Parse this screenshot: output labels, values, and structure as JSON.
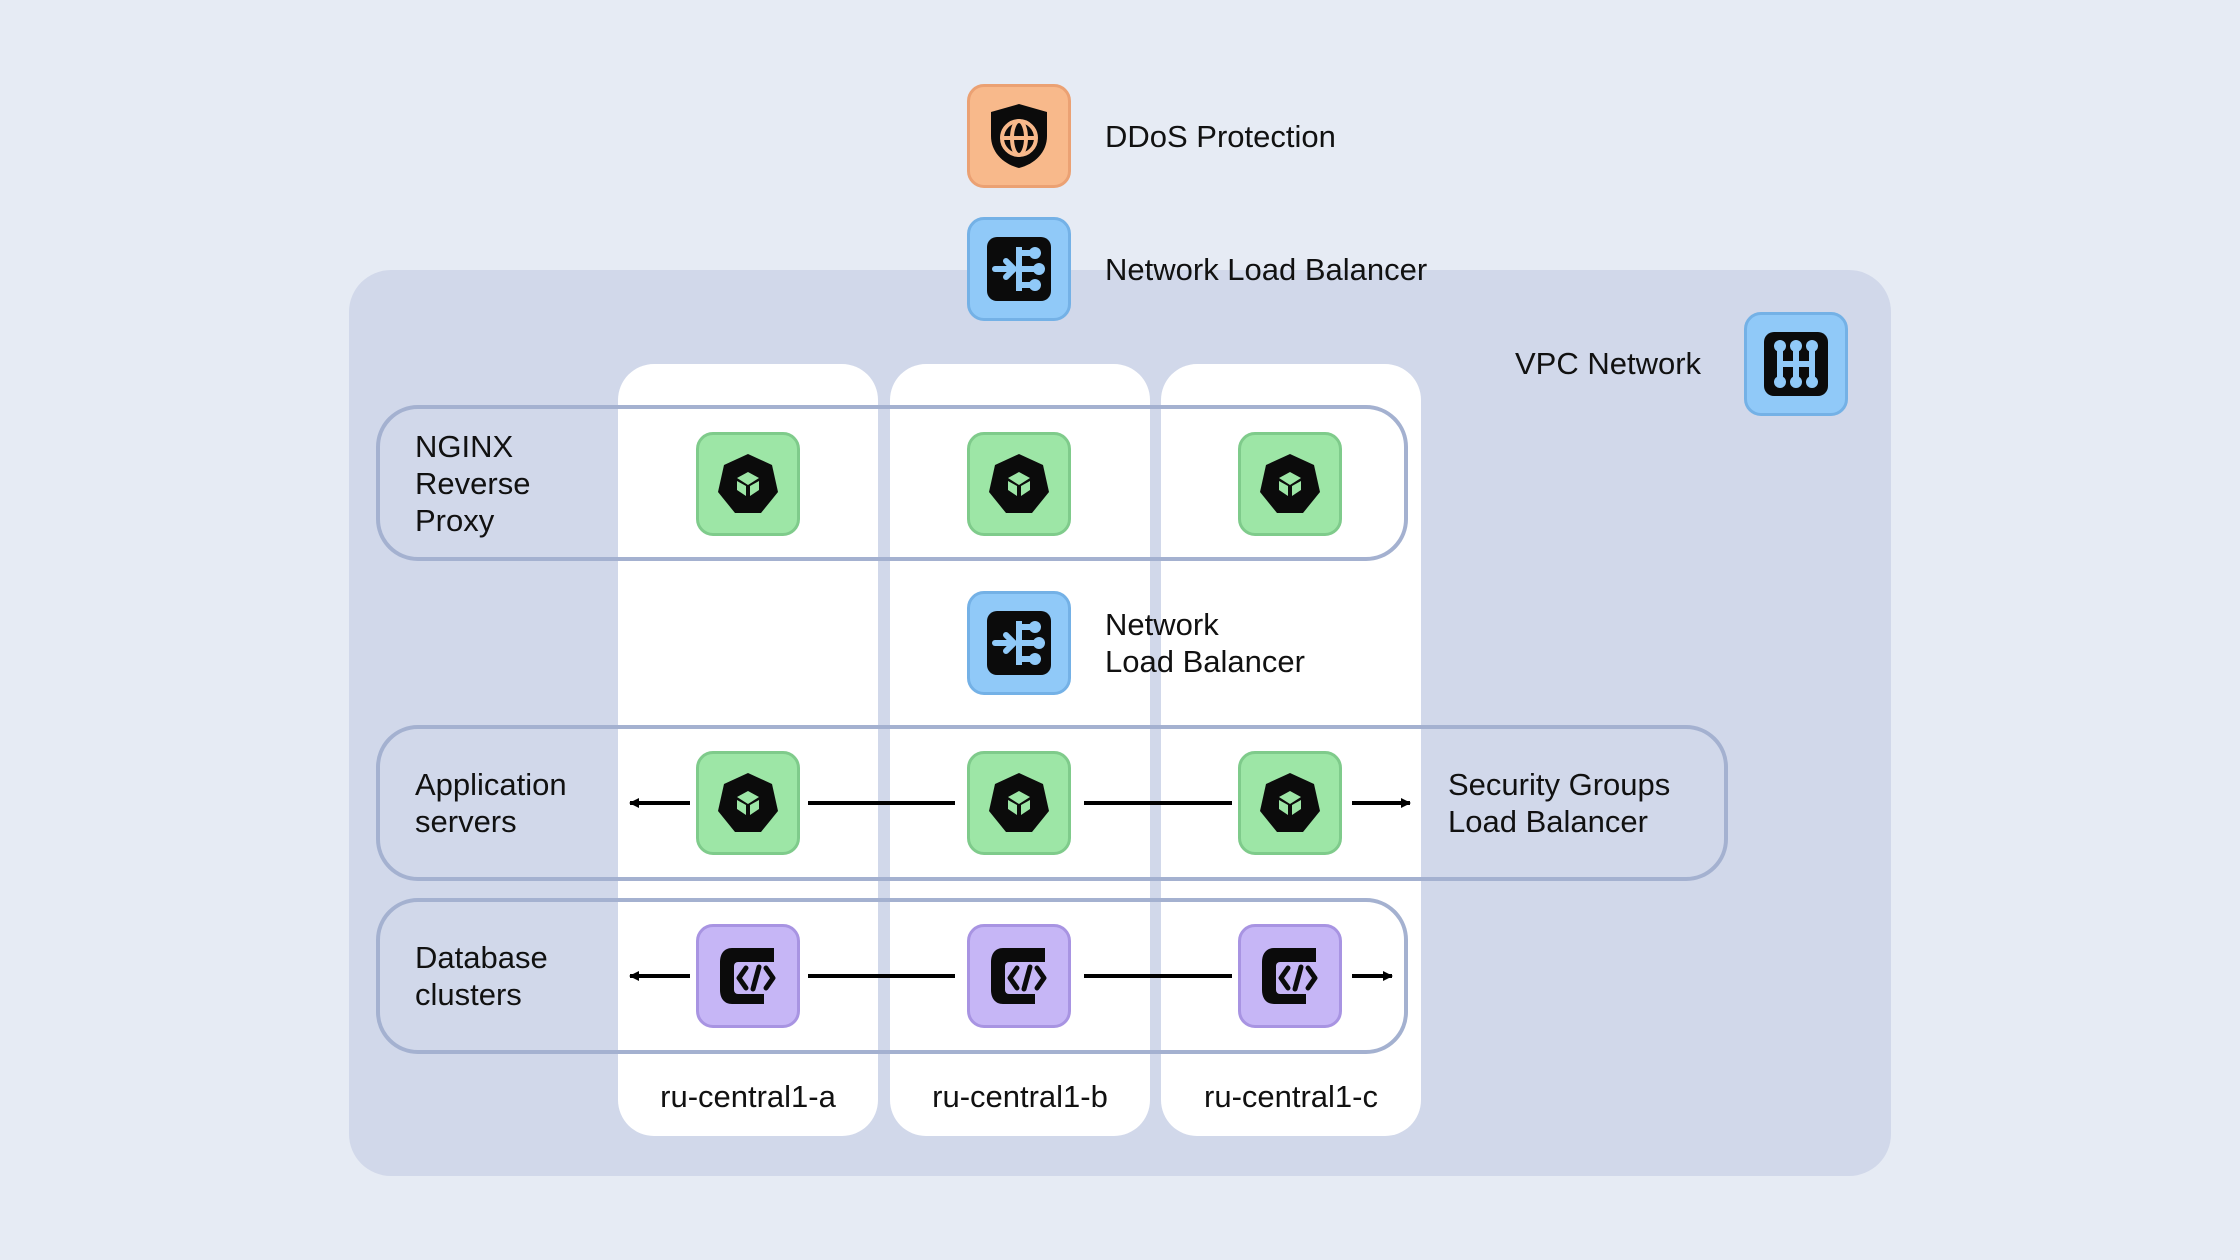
{
  "top": {
    "ddos_label": "DDoS Protection",
    "nlb_label": "Network Load Balancer"
  },
  "vpc": {
    "label": "VPC Network"
  },
  "groups": {
    "nginx": "NGINX\nReverse\nProxy",
    "app": "Application\nservers",
    "db": "Database\nclusters"
  },
  "internal_nlb": {
    "label": "Network\nLoad Balancer"
  },
  "sg_lb": {
    "label": "Security Groups\nLoad Balancer"
  },
  "zones": [
    "ru-central1-a",
    "ru-central1-b",
    "ru-central1-c"
  ],
  "icons": {
    "ddos": "shield-globe-icon",
    "nlb": "load-balancer-icon",
    "vpc": "vpc-network-icon",
    "compute": "compute-hexagon-icon",
    "database": "database-code-icon"
  },
  "colors": {
    "background": "#e6ebf4",
    "vpc_area": "#d1d8ea",
    "zone": "#ffffff",
    "orange": "#f8b98b",
    "blue": "#90c9f8",
    "green": "#9de6a6",
    "purple": "#c6b6f6"
  }
}
